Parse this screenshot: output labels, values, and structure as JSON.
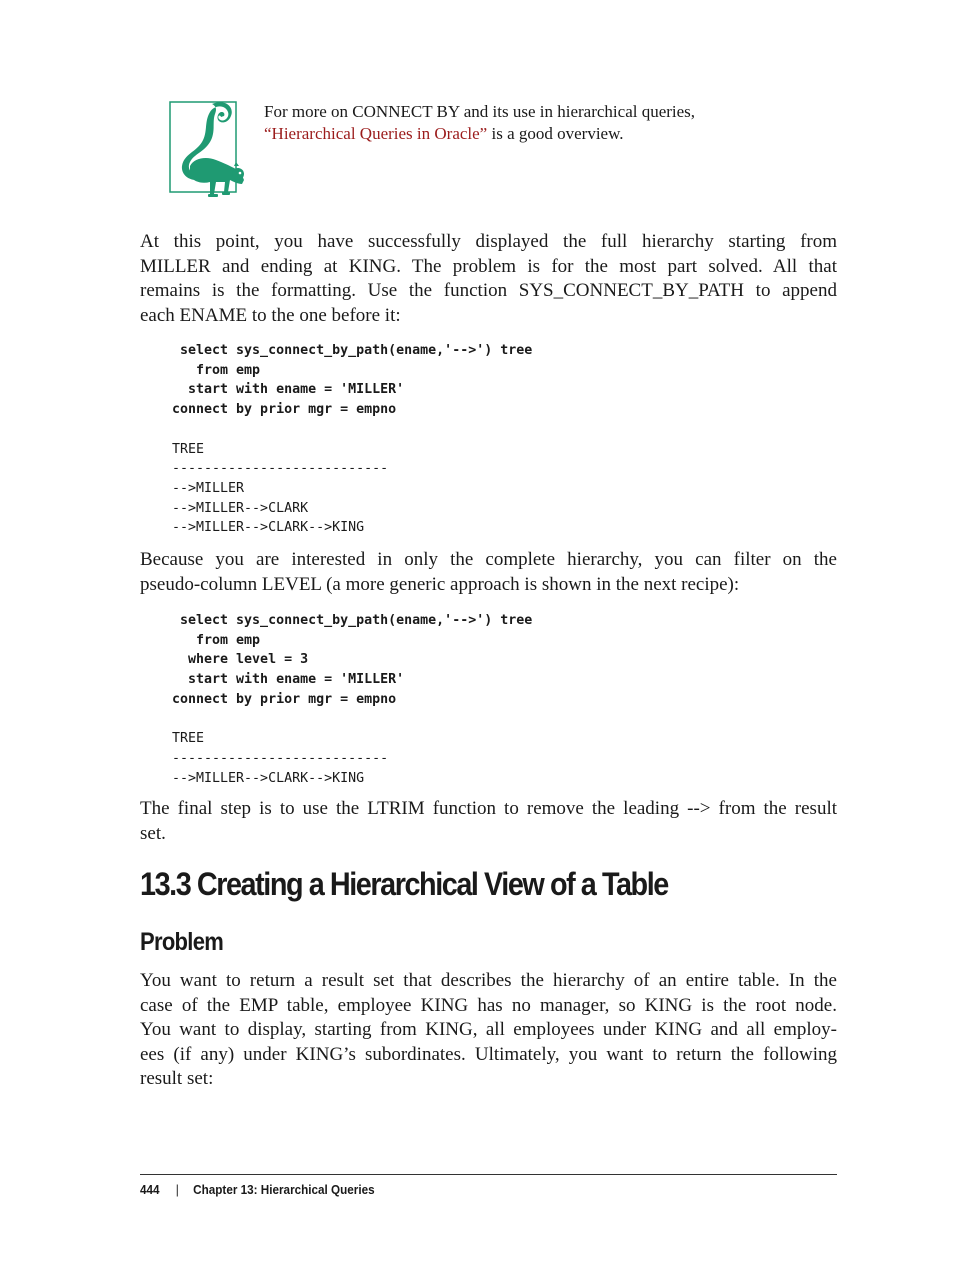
{
  "tip": {
    "icon": "lemur-icon",
    "line1": "For more on CONNECT BY and its use in hierarchical queries,",
    "link_text": "“Hierarchical Queries in Oracle”",
    "line2_rest": " is a good overview.",
    "link_color": "#9b1c1c"
  },
  "para1": {
    "lines": [
      "At this point, you have successfully displayed the full hierarchy starting from",
      "MILLER and ending at KING. The problem is for the most part solved. All that",
      "remains is the formatting. Use the function SYS_CONNECT_BY_PATH to append",
      "each ENAME to the one before it:"
    ]
  },
  "code1": {
    "sql": [
      " select sys_connect_by_path(ename,'-->') tree",
      "   from emp",
      "  start with ename = 'MILLER'",
      "connect by prior mgr = empno"
    ],
    "result": [
      "TREE",
      "---------------------------",
      "-->MILLER",
      "-->MILLER-->CLARK",
      "-->MILLER-->CLARK-->KING"
    ]
  },
  "para2": {
    "lines": [
      "Because you are interested in only the complete hierarchy, you can filter on the",
      "pseudo-column LEVEL (a more generic approach is shown in the next recipe):"
    ]
  },
  "code2": {
    "sql": [
      " select sys_connect_by_path(ename,'-->') tree",
      "   from emp",
      "  where level = 3",
      "  start with ename = 'MILLER'",
      "connect by prior mgr = empno"
    ],
    "result": [
      "TREE",
      "---------------------------",
      "-->MILLER-->CLARK-->KING"
    ]
  },
  "para3": {
    "lines": [
      "The final step is to use the LTRIM function to remove the leading --> from the result",
      "set."
    ]
  },
  "section": {
    "title": "13.3 Creating a Hierarchical View of a Table",
    "subheading": "Problem"
  },
  "para4": {
    "lines": [
      "You want to return a result set that describes the hierarchy of an entire table. In the",
      "case of the EMP table, employee KING has no manager, so KING is the root node.",
      "You want to display, starting from KING, all employees under KING and all employ-",
      "ees (if any) under KING’s subordinates. Ultimately, you want to return the following",
      "result set:"
    ]
  },
  "footer": {
    "page_number": "444",
    "separator": "|",
    "chapter": "Chapter 13: Hierarchical Queries"
  }
}
